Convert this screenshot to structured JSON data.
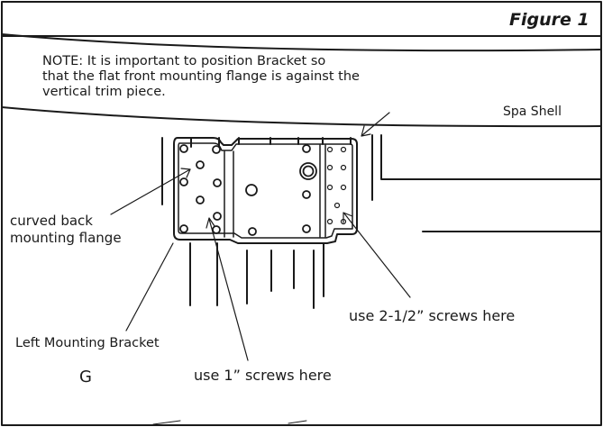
{
  "figure": {
    "title": "Figure 1",
    "note": "NOTE: It is important to position Bracket so\nthat the flat front mounting flange is against the\nvertical trim piece."
  },
  "labels": {
    "spa_shell": "Spa Shell",
    "curved_back_flange": "curved back\nmounting flange",
    "long_screws": "use 2-1/2” screws here",
    "left_bracket": "Left Mounting Bracket",
    "letter": "G",
    "short_screws": "use 1” screws here"
  },
  "colors": {
    "ink": "#1a1a1a",
    "background": "#ffffff"
  }
}
